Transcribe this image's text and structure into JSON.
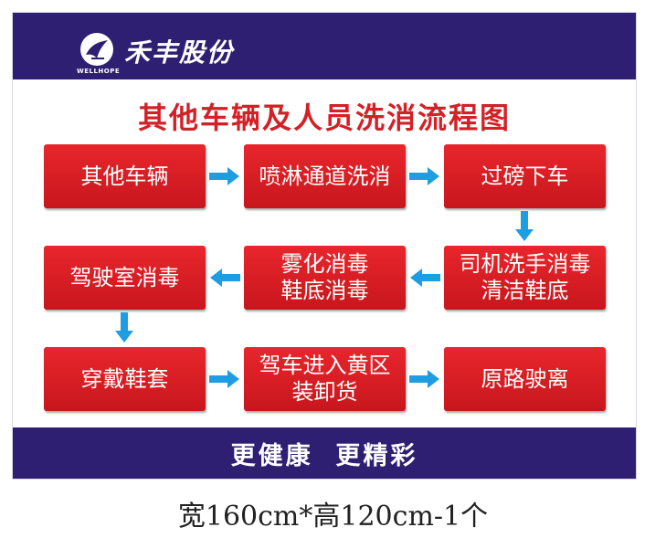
{
  "brand": {
    "name": "禾丰股份",
    "sub": "WELLHOPE"
  },
  "title": "其他车辆及人员洗消流程图",
  "steps": {
    "s1": "其他车辆",
    "s2": "喷淋通道洗消",
    "s3": "过磅下车",
    "s4": "司机洗手消毒\n清洁鞋底",
    "s5": "雾化消毒\n鞋底消毒",
    "s6": "驾驶室消毒",
    "s7": "穿戴鞋套",
    "s8": "驾车进入黄区\n装卸货",
    "s9": "原路驶离"
  },
  "slogan": "更健康  更精彩",
  "size_text": "宽160cm*高120cm-1个",
  "colors": {
    "navy": "#2e1f73",
    "red": "#d42027",
    "arrow": "#1e9ee0"
  }
}
